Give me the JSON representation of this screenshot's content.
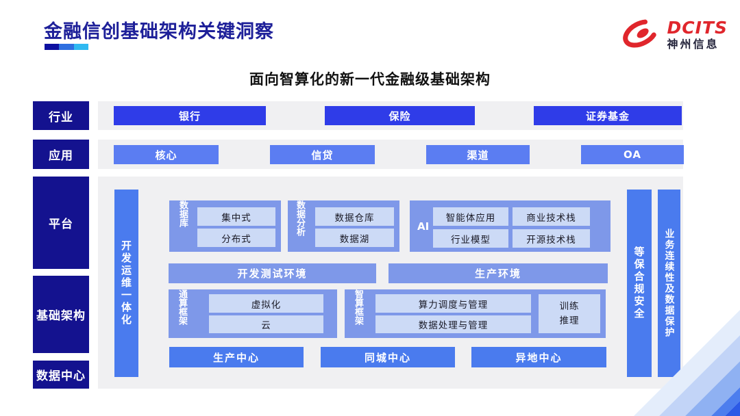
{
  "title": "金融信创基础架构关键洞察",
  "logo": {
    "brand": "DCITS",
    "company": "神州信息"
  },
  "subtitle": "面向智算化的新一代金融级基础架构",
  "colors": {
    "navy_label": "#14128f",
    "industry_blue": "#2f3ce8",
    "app_blue": "#5b7df2",
    "bar_blue": "#4a7bee",
    "group_blue": "#7e98e9",
    "chip_blue": "#ccdaf6",
    "strip_gray": "#f0f0f2",
    "brand_red": "#e0262c",
    "title_navy": "#1e2099",
    "underline": [
      "#0d10a0",
      "#2e6fe0",
      "#2fb9f1"
    ]
  },
  "row_labels": [
    "行业",
    "应用",
    "平台",
    "基础架构",
    "数据中心"
  ],
  "industry": {
    "items": [
      "银行",
      "保险",
      "证券基金"
    ]
  },
  "apps": {
    "items": [
      "核心",
      "信贷",
      "渠道",
      "OA"
    ]
  },
  "platform": {
    "devops": "开发运维一体化",
    "database": {
      "label": "数据库",
      "items": [
        "集中式",
        "分布式"
      ]
    },
    "analytics": {
      "label": "数据分析",
      "items": [
        "数据仓库",
        "数据湖"
      ]
    },
    "ai": {
      "label": "AI",
      "items": [
        "智能体应用",
        "商业技术栈",
        "行业模型",
        "开源技术栈"
      ]
    },
    "envs": [
      "开发测试环境",
      "生产环境"
    ],
    "general_fw": {
      "label": "通算框架",
      "items": [
        "虚拟化",
        "云"
      ]
    },
    "ai_fw": {
      "label": "智算框架",
      "items": [
        "算力调度与管理",
        "数据处理与管理"
      ],
      "side": "训练推理"
    },
    "centers": [
      "生产中心",
      "同城中心",
      "异地中心"
    ],
    "security": "等保合规安全",
    "continuity": "业务连续性及数据保护"
  }
}
